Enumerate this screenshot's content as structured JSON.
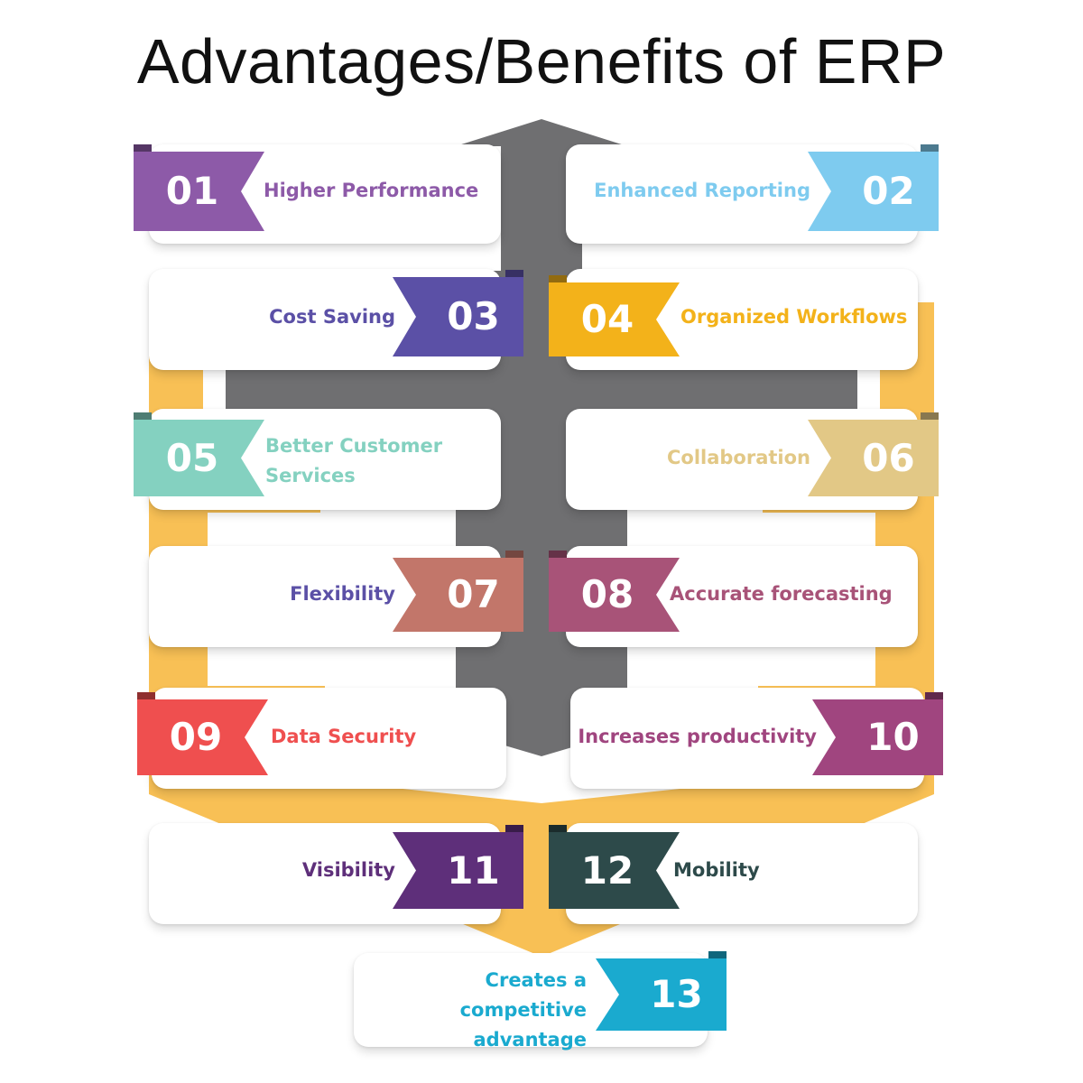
{
  "title": "Advantages/Benefits of ERP",
  "items": [
    {
      "num": "01",
      "label": "Higher Performance",
      "color": "#8d5aa8"
    },
    {
      "num": "02",
      "label": "Enhanced Reporting",
      "color": "#7ecbef"
    },
    {
      "num": "03",
      "label": "Cost Saving",
      "color": "#5b50a6"
    },
    {
      "num": "04",
      "label": "Organized Workflows",
      "color": "#f3b21a"
    },
    {
      "num": "05",
      "label": "Better Customer Services",
      "color": "#84d1c0"
    },
    {
      "num": "06",
      "label": "Collaboration",
      "color": "#e2c886"
    },
    {
      "num": "07",
      "label": "Flexibility",
      "color": "#c2766a"
    },
    {
      "num": "08",
      "label": "Accurate forecasting",
      "color": "#a85378"
    },
    {
      "num": "09",
      "label": "Data Security",
      "color": "#ef4f4f"
    },
    {
      "num": "10",
      "label": "Increases productivity",
      "color": "#a0457f"
    },
    {
      "num": "11",
      "label": "Visibility",
      "color": "#5e2f7a"
    },
    {
      "num": "12",
      "label": "Mobility",
      "color": "#2d4a4a"
    },
    {
      "num": "13",
      "label": "Creates a competitive advantage",
      "color": "#1aaacf"
    }
  ],
  "colors": {
    "arrow": "#6f6f71",
    "frame": "#f8c055",
    "label_03": "#5b50a6",
    "label_07": "#5b50a6"
  }
}
